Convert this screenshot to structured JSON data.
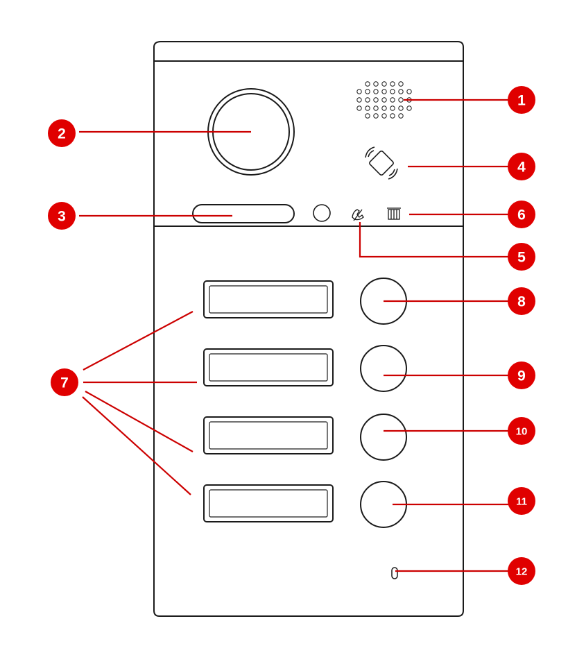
{
  "colors": {
    "callout": "#e00000",
    "leader": "#cc0000",
    "outline": "#1a1a1a",
    "panel": "#ffffff"
  },
  "callouts": [
    {
      "number": "1",
      "part": "speaker-grille"
    },
    {
      "number": "2",
      "part": "camera-lens"
    },
    {
      "number": "3",
      "part": "light-slot"
    },
    {
      "number": "4",
      "part": "card-reader"
    },
    {
      "number": "5",
      "part": "call-status-icon"
    },
    {
      "number": "6",
      "part": "door-status-icon"
    },
    {
      "number": "7",
      "part": "name-plates"
    },
    {
      "number": "8",
      "part": "call-button-1"
    },
    {
      "number": "9",
      "part": "call-button-2"
    },
    {
      "number": "10",
      "part": "call-button-3"
    },
    {
      "number": "11",
      "part": "call-button-4"
    },
    {
      "number": "12",
      "part": "microphone"
    }
  ],
  "icons": [
    "card-reader-icon",
    "handset-status-icon",
    "door-status-icon"
  ]
}
